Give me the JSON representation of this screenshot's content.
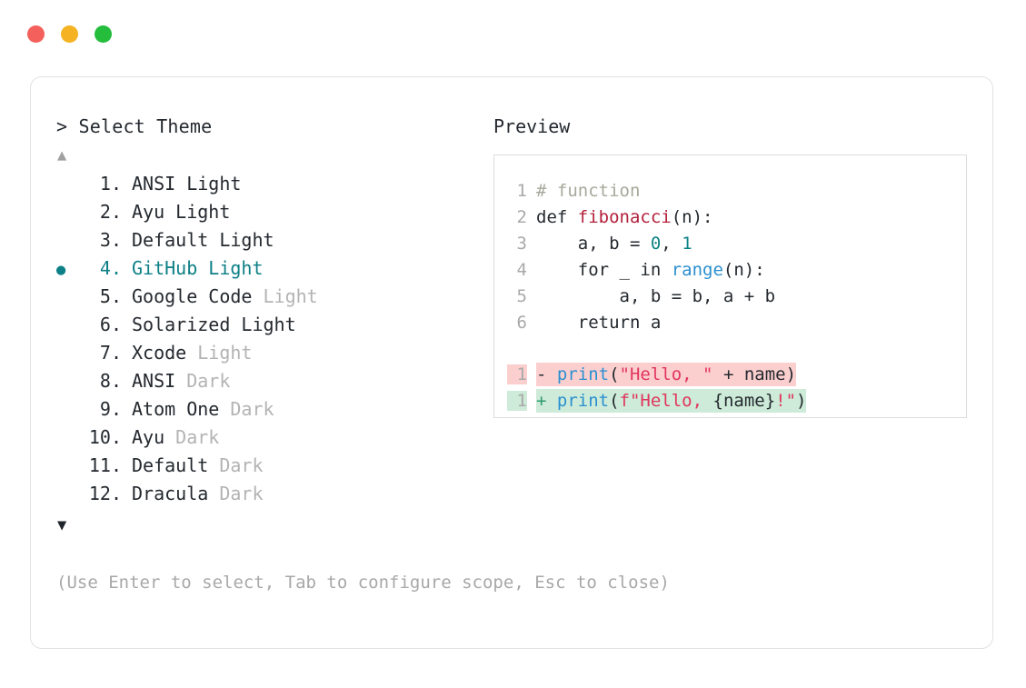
{
  "window": {
    "traffic_lights": [
      {
        "name": "close",
        "color": "#f4615c"
      },
      {
        "name": "minimize",
        "color": "#f5b323"
      },
      {
        "name": "maximize",
        "color": "#24bd3c"
      }
    ]
  },
  "selector": {
    "prompt": "> Select Theme",
    "scroll_up_icon": "▲",
    "scroll_down_icon": "▼",
    "selected_index": 4,
    "items": [
      {
        "num": " 1.",
        "name": "ANSI Light",
        "variant": ""
      },
      {
        "num": " 2.",
        "name": "Ayu Light",
        "variant": ""
      },
      {
        "num": " 3.",
        "name": "Default Light",
        "variant": ""
      },
      {
        "num": " 4.",
        "name": "GitHub Light",
        "variant": ""
      },
      {
        "num": " 5.",
        "name": "Google Code",
        "variant": " Light"
      },
      {
        "num": " 6.",
        "name": "Solarized Light",
        "variant": ""
      },
      {
        "num": " 7.",
        "name": "Xcode",
        "variant": " Light"
      },
      {
        "num": " 8.",
        "name": "ANSI",
        "variant": " Dark"
      },
      {
        "num": " 9.",
        "name": "Atom One",
        "variant": " Dark"
      },
      {
        "num": "10.",
        "name": "Ayu",
        "variant": " Dark"
      },
      {
        "num": "11.",
        "name": "Default",
        "variant": " Dark"
      },
      {
        "num": "12.",
        "name": "Dracula",
        "variant": " Dark"
      }
    ],
    "bullet": "●",
    "hint": "(Use Enter to select, Tab to configure scope, Esc to close)"
  },
  "preview": {
    "label": "Preview",
    "code_lines": [
      {
        "n": "1",
        "segments": [
          {
            "t": "# function",
            "c": "tok-comment"
          }
        ]
      },
      {
        "n": "2",
        "segments": [
          {
            "t": "def ",
            "c": "code-text"
          },
          {
            "t": "fibonacci",
            "c": "tok-fn"
          },
          {
            "t": "(n):",
            "c": "code-text"
          }
        ]
      },
      {
        "n": "3",
        "segments": [
          {
            "t": "    a, b = ",
            "c": "code-text"
          },
          {
            "t": "0",
            "c": "tok-num"
          },
          {
            "t": ", ",
            "c": "code-text"
          },
          {
            "t": "1",
            "c": "tok-num"
          }
        ]
      },
      {
        "n": "4",
        "segments": [
          {
            "t": "    for _ in ",
            "c": "code-text"
          },
          {
            "t": "range",
            "c": "tok-builtin"
          },
          {
            "t": "(n):",
            "c": "code-text"
          }
        ]
      },
      {
        "n": "5",
        "segments": [
          {
            "t": "        a, b = b, a + b",
            "c": "code-text"
          }
        ]
      },
      {
        "n": "6",
        "segments": [
          {
            "t": "    return a",
            "c": "code-text"
          }
        ]
      }
    ],
    "diff_lines": [
      {
        "n": "1",
        "kind": "del",
        "sign": "- ",
        "segments": [
          {
            "t": "print",
            "c": "tok-call"
          },
          {
            "t": "(",
            "c": "code-text"
          },
          {
            "t": "\"Hello, \"",
            "c": "tok-str"
          },
          {
            "t": " + name)",
            "c": "code-text"
          }
        ]
      },
      {
        "n": "1",
        "kind": "add",
        "sign": "+ ",
        "segments": [
          {
            "t": "print",
            "c": "tok-call"
          },
          {
            "t": "(",
            "c": "code-text"
          },
          {
            "t": "f\"Hello, ",
            "c": "tok-str"
          },
          {
            "t": "{name}",
            "c": "code-text"
          },
          {
            "t": "!\"",
            "c": "tok-str"
          },
          {
            "t": ")",
            "c": "code-text"
          }
        ]
      }
    ]
  }
}
